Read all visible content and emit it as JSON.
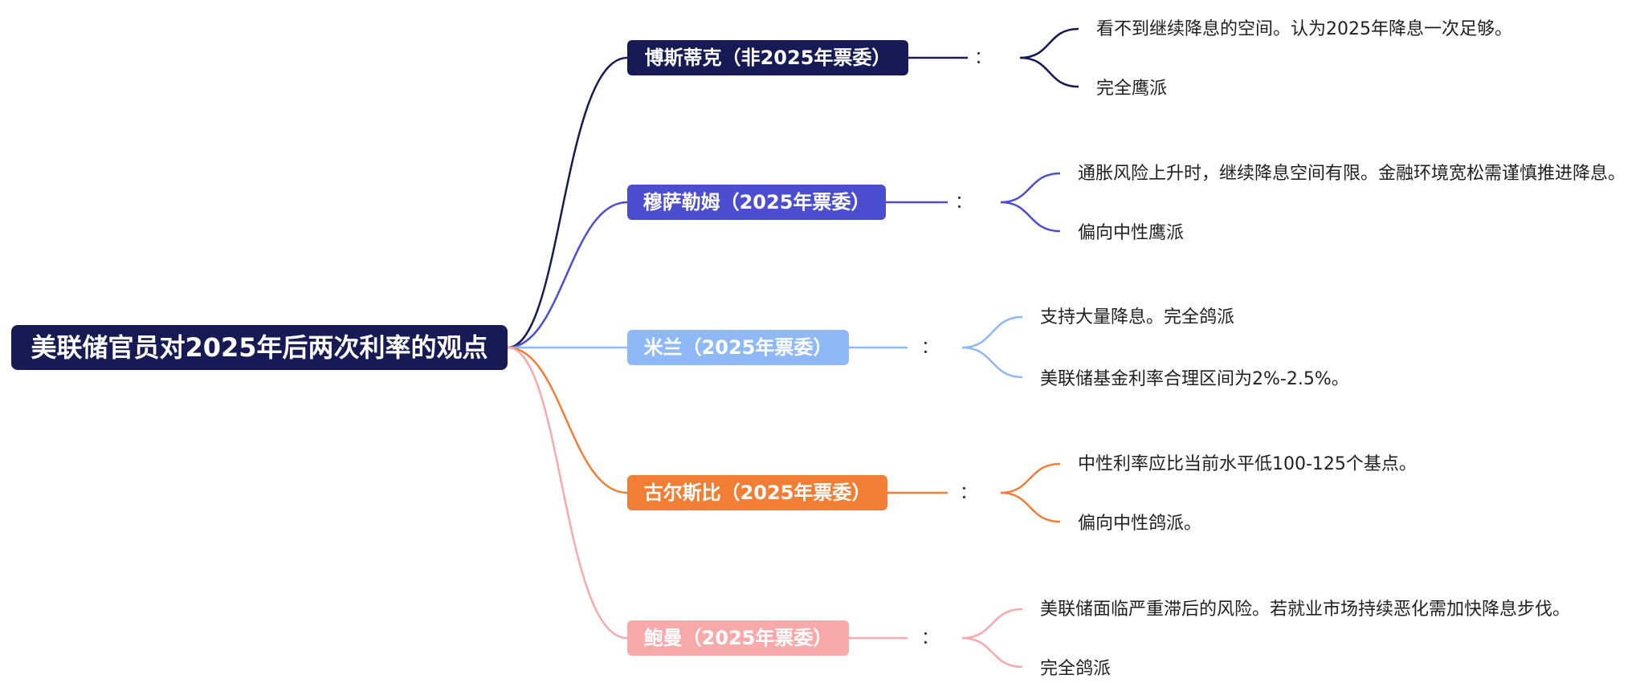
{
  "root": {
    "label": "美联储官员对2025年后两次利率的观点",
    "color": "#181a55"
  },
  "colon": "：",
  "branches": [
    {
      "label": "博斯蒂克（非2025年票委）",
      "color": "#181a55",
      "notes": [
        "看不到继续降息的空间。认为2025年降息一次足够。",
        "完全鹰派"
      ]
    },
    {
      "label": "穆萨勒姆（2025年票委）",
      "color": "#4b4ed1",
      "notes": [
        "通胀风险上升时，继续降息空间有限。金融环境宽松需谨慎推进降息。",
        "偏向中性鹰派"
      ]
    },
    {
      "label": "米兰（2025年票委）",
      "color": "#8fb8f7",
      "notes": [
        "支持大量降息。完全鸽派",
        "美联储基金利率合理区间为2%-2.5%。"
      ]
    },
    {
      "label": "古尔斯比（2025年票委）",
      "color": "#f27d34",
      "notes": [
        "中性利率应比当前水平低100-125个基点。",
        "偏向中性鸽派。"
      ]
    },
    {
      "label": "鲍曼（2025年票委）",
      "color": "#f8a9aa",
      "notes": [
        "美联储面临严重滞后的风险。若就业市场持续恶化需加快降息步伐。",
        "完全鸽派"
      ]
    }
  ]
}
